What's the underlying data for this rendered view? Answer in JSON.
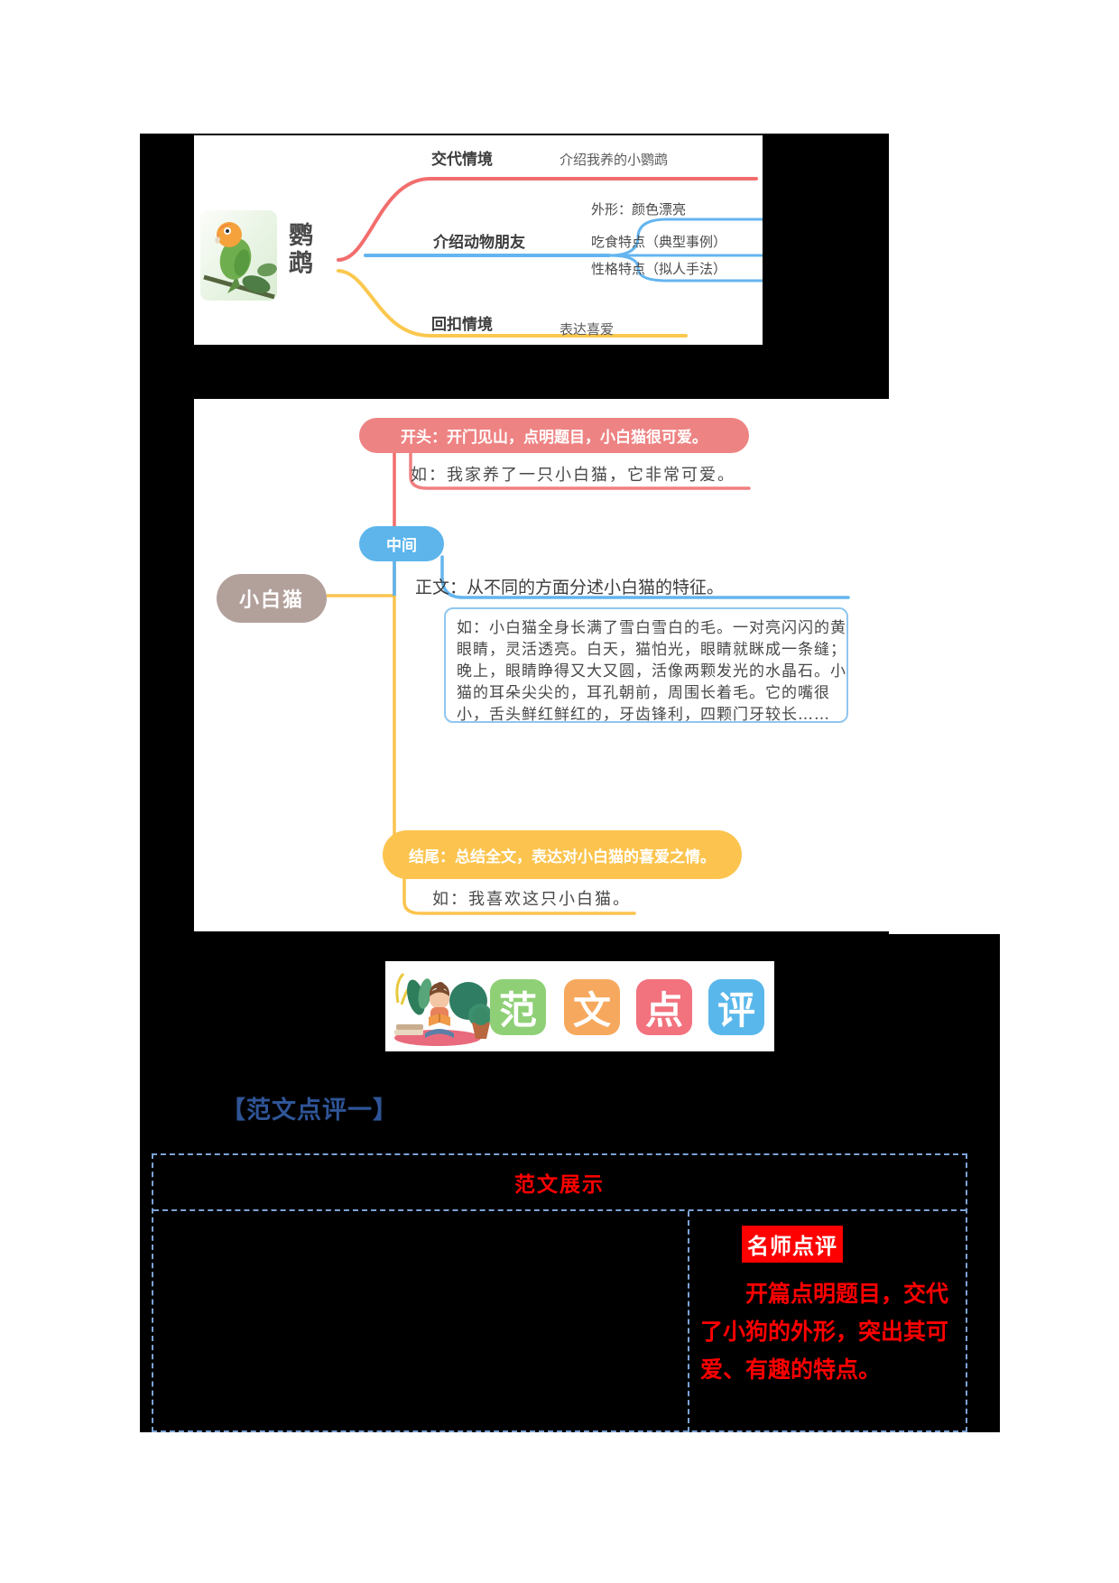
{
  "page": {
    "background": "#ffffff",
    "backing_color": "#000000"
  },
  "map1": {
    "root_label": "鹦鹉",
    "branch_top": {
      "topic": "交代情境",
      "detail": "介绍我养的小鹦鹉",
      "color": "#f26d6d"
    },
    "branch_middle": {
      "topic": "介绍动物朋友",
      "color": "#64b5ef",
      "children": [
        {
          "label": "外形：颜色漂亮"
        },
        {
          "label": "吃食特点（典型事例）"
        },
        {
          "label": "性格特点（拟人手法）"
        }
      ]
    },
    "branch_bottom": {
      "topic": "回扣情境",
      "detail": "表达喜爱",
      "color": "#fbc84f"
    }
  },
  "map2": {
    "root_label": "小白猫",
    "opening": {
      "label": "开头：开门见山，点明题目，小白猫很可爱。",
      "example": "如：我家养了一只小白猫，它非常可爱。",
      "color": "#ee8383"
    },
    "middle": {
      "label": "中间",
      "heading": "正文：从不同的方面分述小白猫的特征。",
      "color": "#5db5ec",
      "example_lines": [
        "如：小白猫全身长满了雪白雪白的毛。一对亮闪闪的黄",
        "眼睛，灵活透亮。白天，猫怕光，眼睛就眯成一条缝；",
        "晚上，眼睛睁得又大又圆，活像两颗发光的水晶石。小",
        "猫的耳朵尖尖的，耳孔朝前，周围长着毛。它的嘴很",
        "小，舌头鲜红鲜红的，牙齿锋利，四颗门牙较长……"
      ]
    },
    "ending": {
      "label": "结尾：总结全文，表达对小白猫的喜爱之情。",
      "example": "如：我喜欢这只小白猫。",
      "color": "#fcc44e"
    }
  },
  "banner": {
    "tiles": [
      {
        "char": "范",
        "color": "#8fd077"
      },
      {
        "char": "文",
        "color": "#f6a95e"
      },
      {
        "char": "点",
        "color": "#f2727e"
      },
      {
        "char": "评",
        "color": "#59b7eb"
      }
    ],
    "illustration": "reading-girl-with-plants"
  },
  "section_heading": "【范文点评一】",
  "review_table": {
    "header": "范文展示",
    "teacher_label": "名师点评",
    "comment_lines": [
      "开篇点明题目，交代",
      "了小狗的外形，突出其可",
      "爱、有趣的特点。"
    ],
    "accent_red": "#ff0000",
    "border_blue": "#7ca3d6",
    "heading_blue": "#2f5597"
  }
}
